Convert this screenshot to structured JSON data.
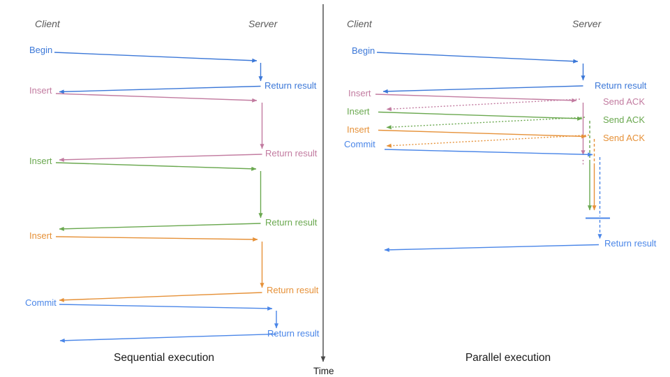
{
  "colors": {
    "begin_blue": "#3c78d8",
    "commit_blue": "#4a86e8",
    "insert_pink": "#c27ba0",
    "insert_green": "#6aa84f",
    "insert_orange": "#e69138",
    "lifeline_gray": "#595959",
    "time_axis_gray": "#474747",
    "title_black": "#1a1a1a"
  },
  "time_axis": {
    "label": "Time"
  },
  "sequential": {
    "client_label": "Client",
    "server_label": "Server",
    "title": "Sequential execution",
    "operations": [
      {
        "label": "Begin",
        "response": "Return result"
      },
      {
        "label": "Insert",
        "response": "Return result"
      },
      {
        "label": "Insert",
        "response": "Return result"
      },
      {
        "label": "Insert",
        "response": "Return result"
      },
      {
        "label": "Commit",
        "response": "Return result"
      }
    ]
  },
  "parallel": {
    "client_label": "Client",
    "server_label": "Server",
    "title": "Parallel execution",
    "operations": [
      {
        "label": "Begin",
        "response": "Return result"
      },
      {
        "label": "Insert",
        "response": "Send ACK"
      },
      {
        "label": "Insert",
        "response": "Send ACK"
      },
      {
        "label": "Insert",
        "response": "Send ACK"
      },
      {
        "label": "Commit",
        "response": "Return result"
      }
    ]
  }
}
